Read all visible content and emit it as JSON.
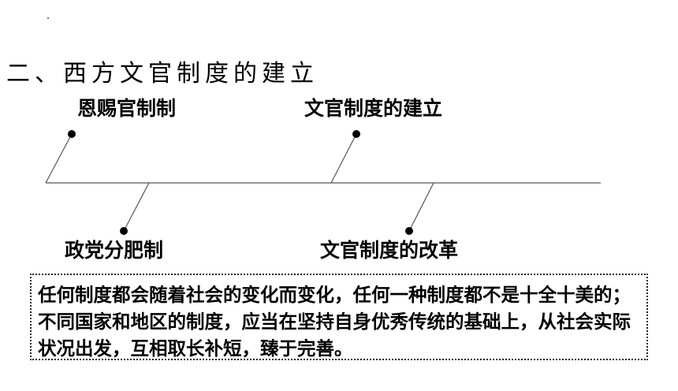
{
  "header": {
    "title": "二、西方文官制度的建立"
  },
  "timeline": {
    "events_above": [
      "恩赐官制制",
      "文官制度的建立"
    ],
    "events_below": [
      "政党分肥制",
      "文官制度的改革"
    ]
  },
  "summary": {
    "text": "任何制度都会随着社会的变化而变化，任何一种制度都不是十全十美的；不同国家和地区的制度，应当在坚持自身优秀传统的基础上，从社会实际状况出发，互相取长补短，臻于完善。"
  },
  "colors": {
    "text": "#000000",
    "line": "#555555",
    "background": "#ffffff"
  }
}
